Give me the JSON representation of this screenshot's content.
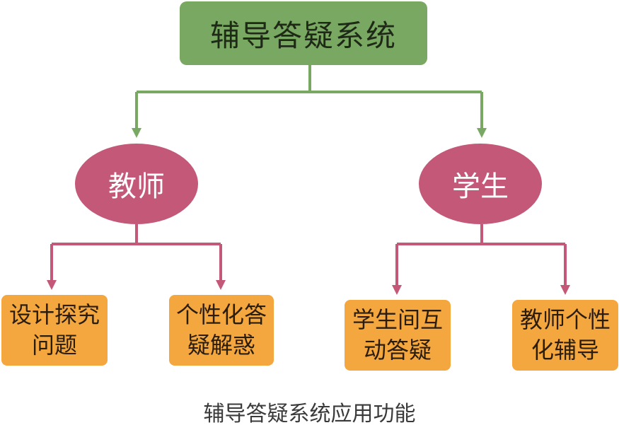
{
  "diagram": {
    "root": "辅导答疑系统",
    "branches": [
      {
        "label": "教师",
        "children": [
          "设计探究问题",
          "个性化答疑解惑"
        ]
      },
      {
        "label": "学生",
        "children": [
          "学生间互动答疑",
          "教师个性化辅导"
        ]
      }
    ],
    "caption": "辅导答疑系统应用功能",
    "colors": {
      "root": "#79a862",
      "root_connector": "#79a862",
      "branch": "#c45878",
      "branch_connector": "#c45878",
      "leaf": "#f4a73e"
    }
  }
}
